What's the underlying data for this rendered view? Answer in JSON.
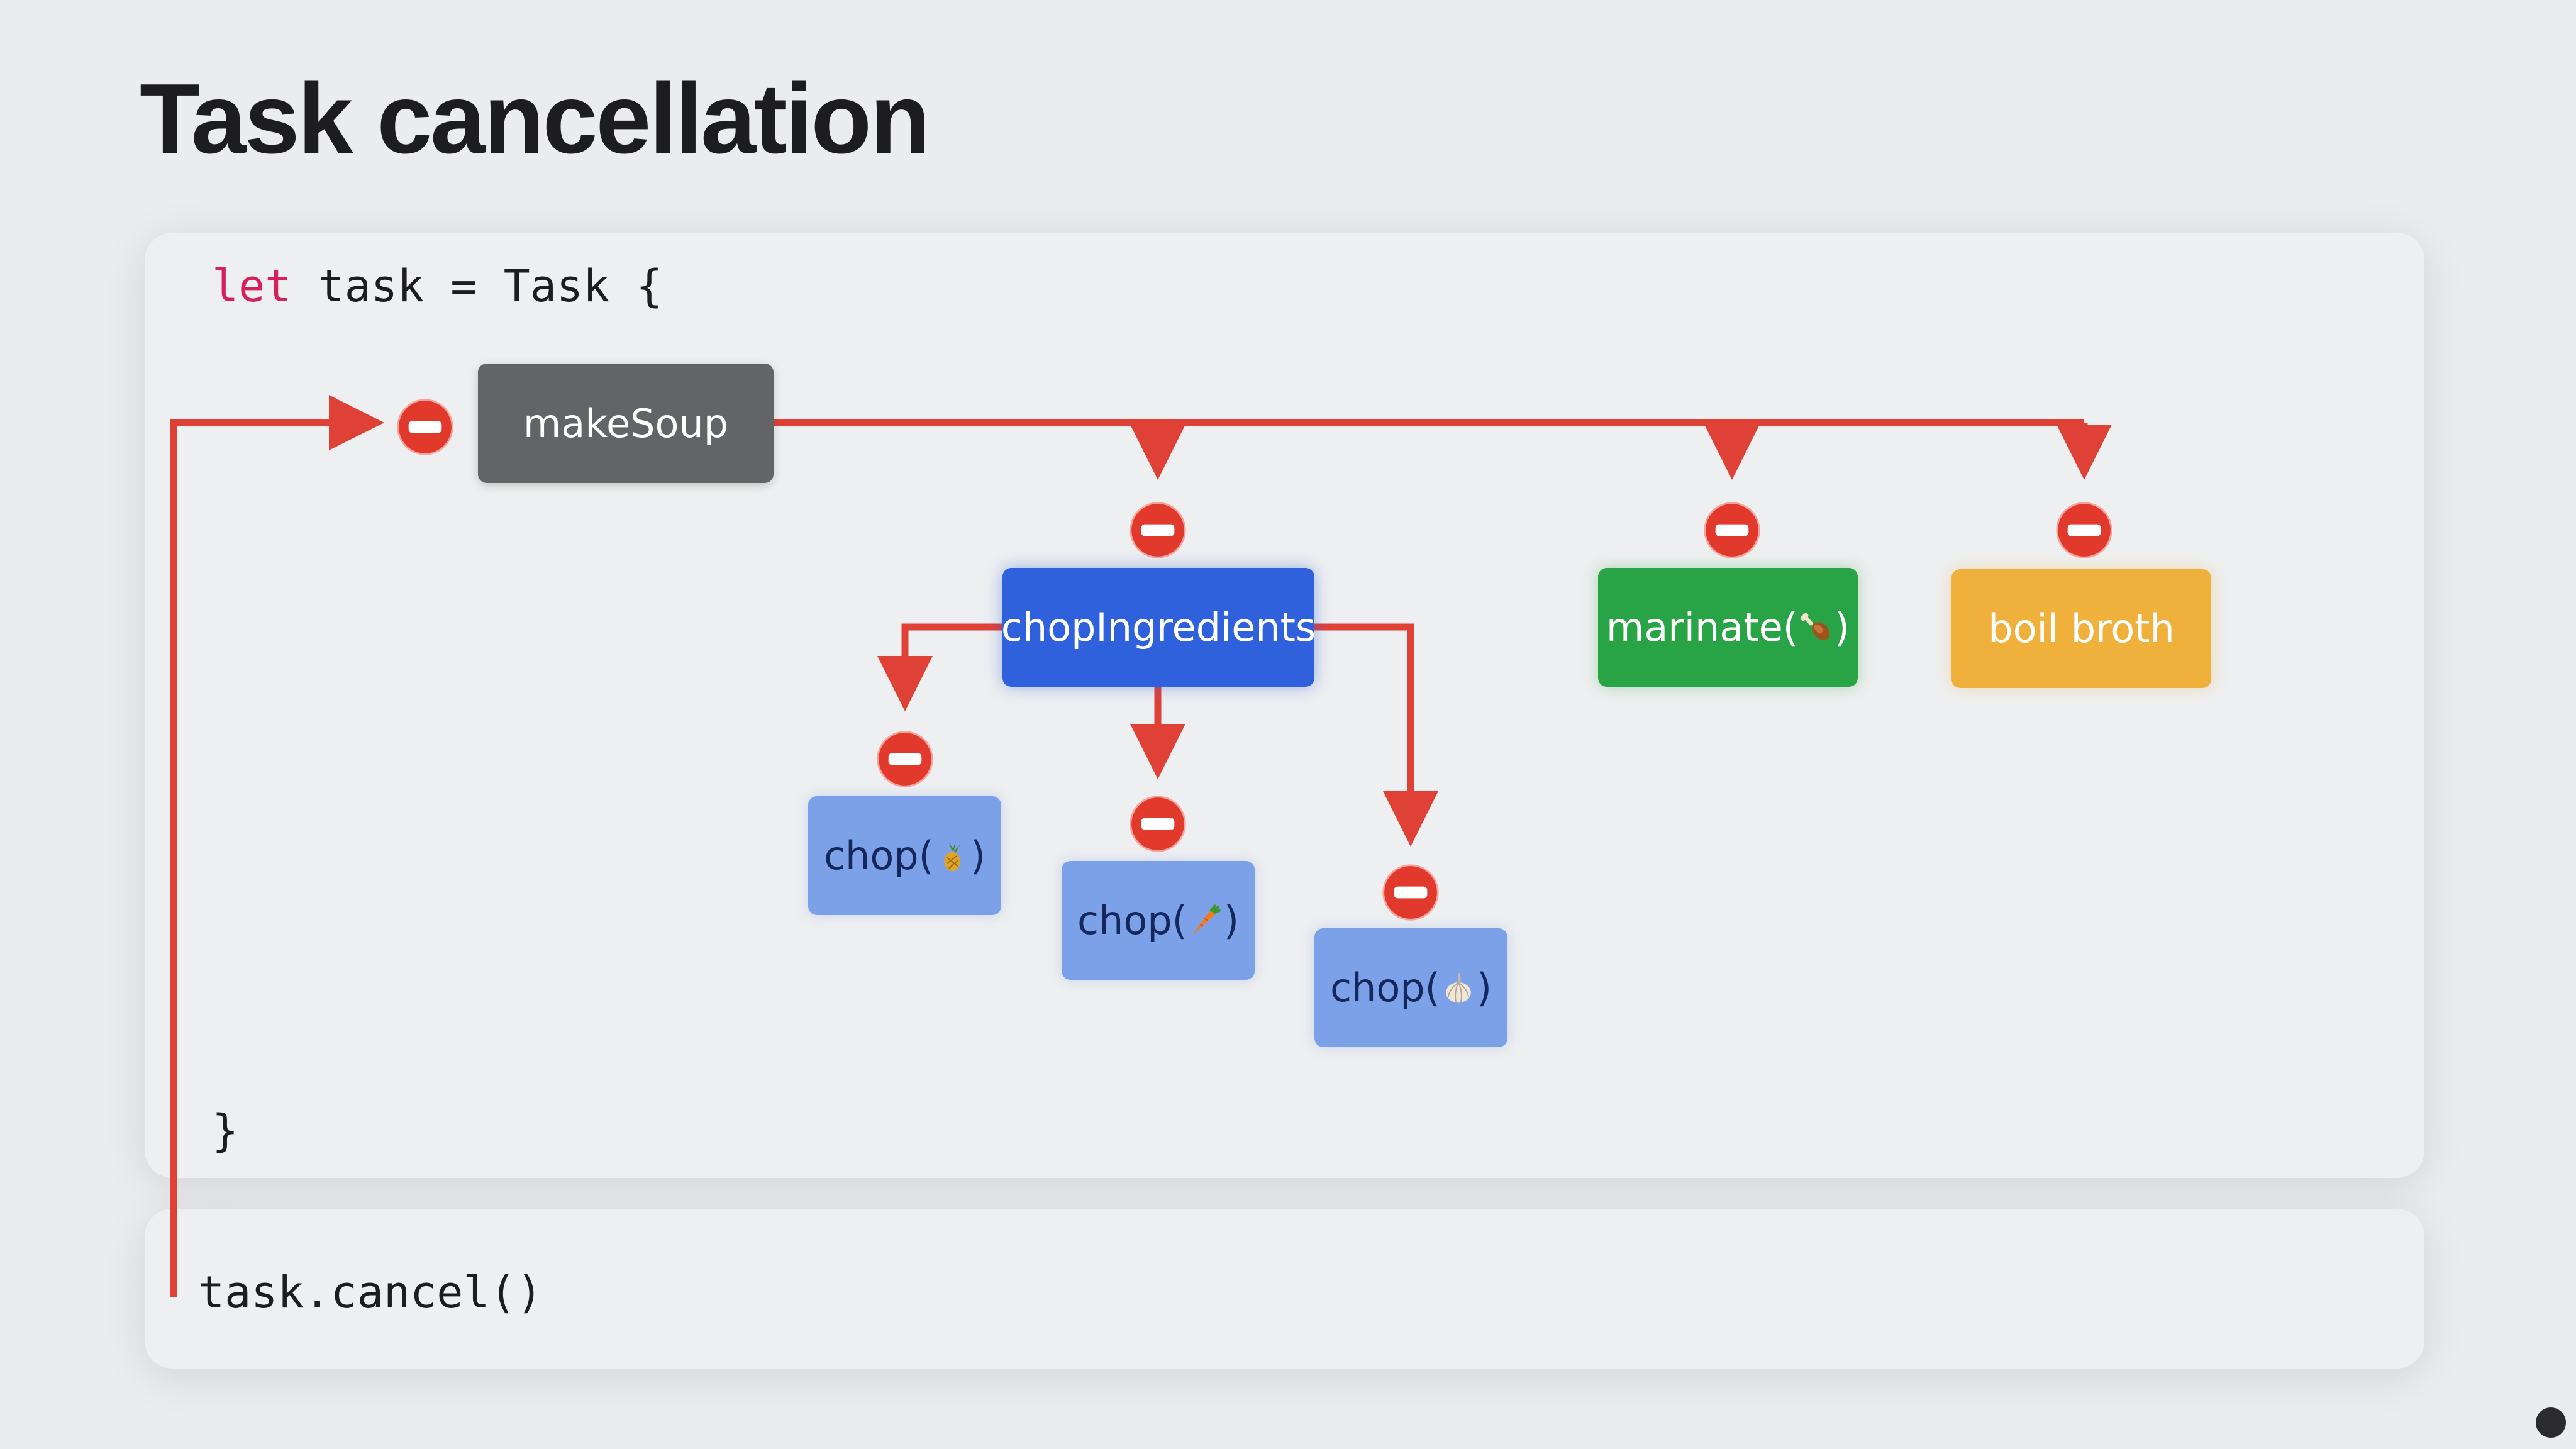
{
  "title": "Task cancellation",
  "code": {
    "keyword": "let",
    "line_rest": " task = Task {",
    "closing_brace": "}",
    "cancel_call": "task.cancel()"
  },
  "tasks": {
    "parent": "makeSoup",
    "chop_ingredients": "chopIngredients",
    "marinate": {
      "prefix": "marinate(",
      "suffix": ")",
      "icon": "drumstick-icon"
    },
    "boil_broth": "boil broth",
    "chop": {
      "prefix": "chop(",
      "suffix": ")"
    },
    "chop_items": [
      {
        "icon": "pineapple-icon"
      },
      {
        "icon": "carrot-icon"
      },
      {
        "icon": "garlic-icon"
      }
    ]
  },
  "colors": {
    "arrow": "#df4137",
    "parent": "#636466",
    "chop_ingredients": "#2f61dc",
    "marinate": "#28a346",
    "boil_broth": "#efb13b",
    "chop": "#7da1e8",
    "keyword": "#d6205b"
  }
}
